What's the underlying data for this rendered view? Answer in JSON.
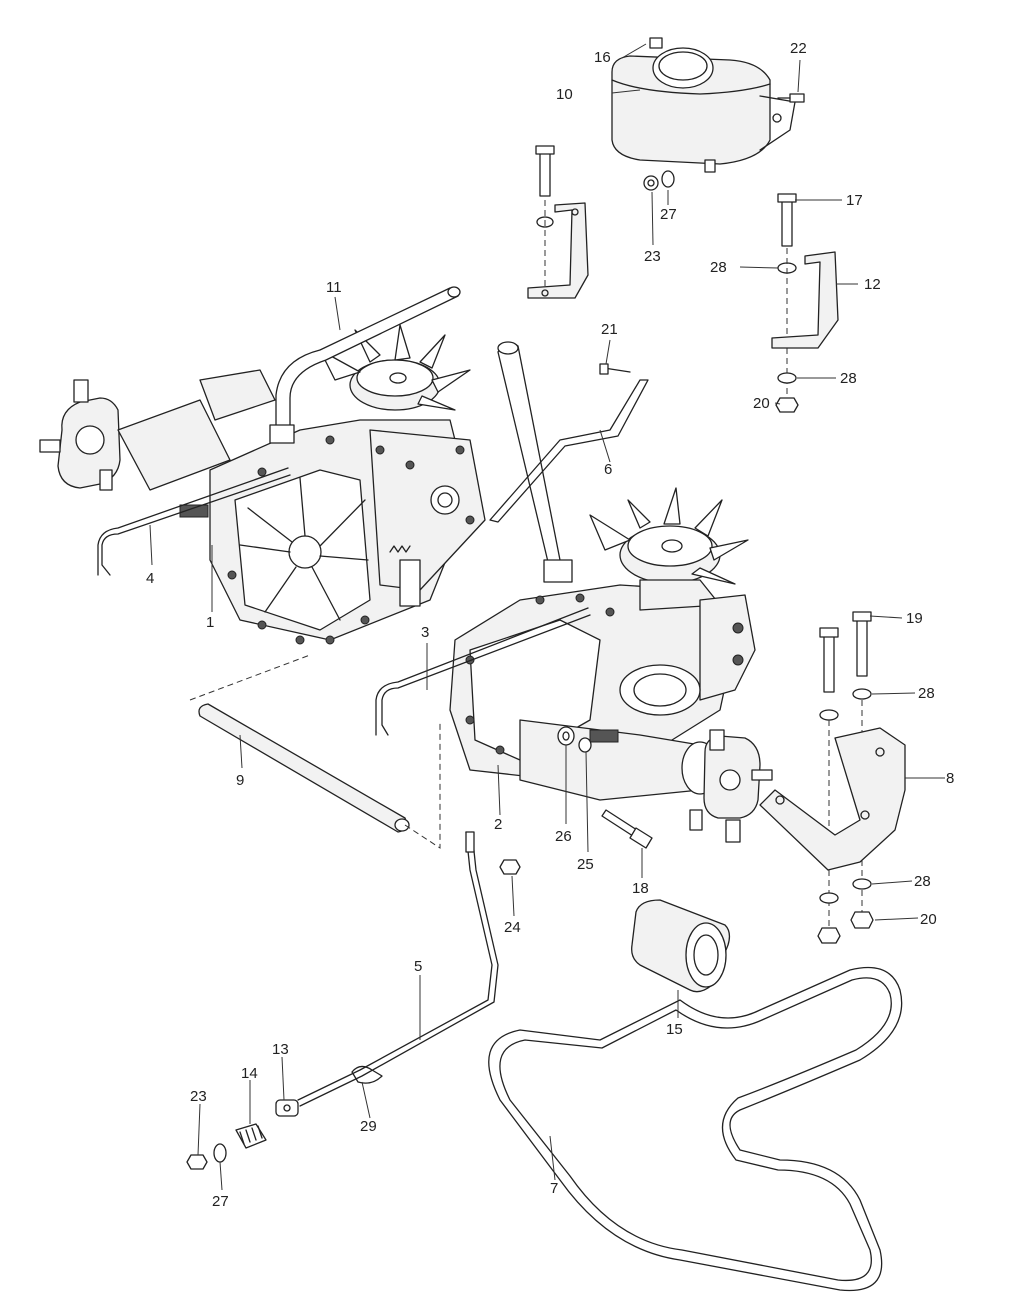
{
  "callouts": {
    "c1": "1",
    "c2": "2",
    "c3": "3",
    "c4": "4",
    "c5": "5",
    "c6": "6",
    "c7": "7",
    "c8": "8",
    "c9": "9",
    "c10": "10",
    "c11": "11",
    "c12": "12",
    "c13": "13",
    "c14": "14",
    "c15": "15",
    "c16": "16",
    "c17": "17",
    "c18": "18",
    "c19": "19",
    "c20a": "20",
    "c20b": "20",
    "c21": "21",
    "c22": "22",
    "c23a": "23",
    "c23b": "23",
    "c24": "24",
    "c25": "25",
    "c26": "26",
    "c27a": "27",
    "c27b": "27",
    "c28a": "28",
    "c28b": "28",
    "c28c": "28",
    "c28d": "28",
    "c29": "29"
  }
}
